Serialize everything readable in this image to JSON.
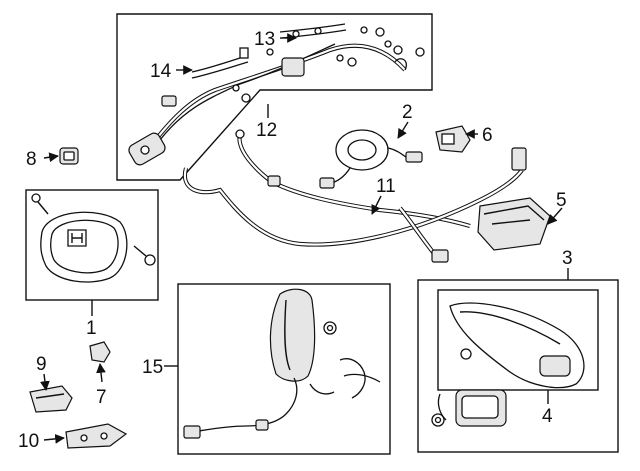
{
  "colors": {
    "ink": "#111111",
    "background": "#ffffff",
    "part_fill": "#e6e6e6"
  },
  "callouts": [
    {
      "id": "c1",
      "label": "1"
    },
    {
      "id": "c2",
      "label": "2"
    },
    {
      "id": "c3",
      "label": "3"
    },
    {
      "id": "c4",
      "label": "4"
    },
    {
      "id": "c5",
      "label": "5"
    },
    {
      "id": "c6",
      "label": "6"
    },
    {
      "id": "c7",
      "label": "7"
    },
    {
      "id": "c8",
      "label": "8"
    },
    {
      "id": "c9",
      "label": "9"
    },
    {
      "id": "c10",
      "label": "10"
    },
    {
      "id": "c11",
      "label": "11"
    },
    {
      "id": "c12",
      "label": "12"
    },
    {
      "id": "c13",
      "label": "13"
    },
    {
      "id": "c14",
      "label": "14"
    },
    {
      "id": "c15",
      "label": "15"
    }
  ],
  "icons": {
    "steering_airbag": "honda-h-logo-icon",
    "arrows": "arrow-head-icon"
  }
}
